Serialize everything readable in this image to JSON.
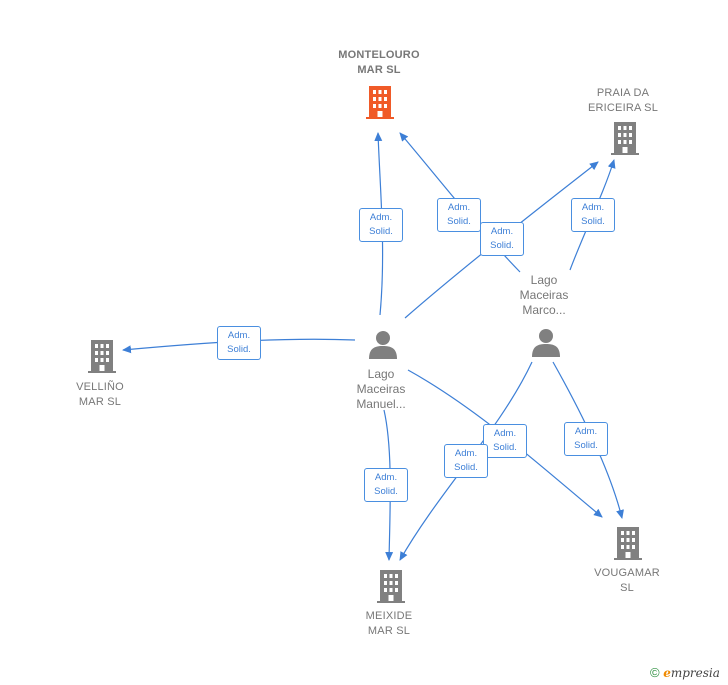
{
  "colors": {
    "edge": "#3d7fd6",
    "building": "#808080",
    "building_focus": "#f05a28",
    "person": "#808080"
  },
  "companies": {
    "montelouro": {
      "line1": "MONTELOURO",
      "line2": "MAR  SL",
      "icon": "building-icon"
    },
    "praia": {
      "line1": "PRAIA DA",
      "line2": "ERICEIRA  SL",
      "icon": "building-icon"
    },
    "vellino": {
      "line1": "VELLIÑO",
      "line2": "MAR  SL",
      "icon": "building-icon"
    },
    "meixide": {
      "line1": "MEIXIDE",
      "line2": "MAR  SL",
      "icon": "building-icon"
    },
    "vougamar": {
      "line1": "VOUGAMAR",
      "line2": "SL",
      "icon": "building-icon"
    }
  },
  "persons": {
    "manuel": {
      "line1": "Lago",
      "line2": "Maceiras",
      "line3": "Manuel...",
      "icon": "person-icon"
    },
    "marco": {
      "line1": "Lago",
      "line2": "Maceiras",
      "line3": "Marco...",
      "icon": "person-icon"
    }
  },
  "edge_label": {
    "line1": "Adm.",
    "line2": "Solid."
  },
  "copyright": {
    "symbol": "©",
    "brand_e": "e",
    "brand_rest": "mpresia"
  }
}
